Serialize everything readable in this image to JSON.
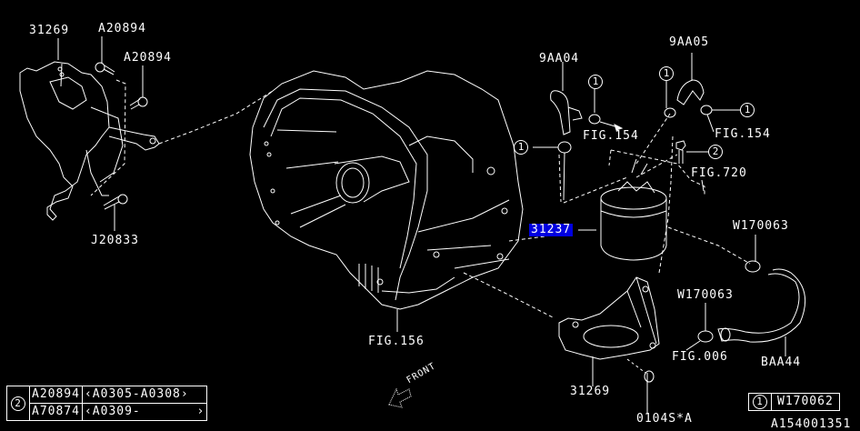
{
  "diagram": {
    "background": "#000000",
    "line_color": "#ffffff",
    "selection_color": "#0000e0",
    "selected_part": "31237"
  },
  "labels": {
    "bracket_left": "31269",
    "bolt_top_1": "A20894",
    "bolt_top_2": "A20894",
    "bolt_lower": "J20833",
    "hose_9aa04": "9AA04",
    "hose_9aa05": "9AA05",
    "fig154_left": "FIG.154",
    "fig154_right": "FIG.154",
    "fig720": "FIG.720",
    "canister": "31237",
    "clamp_upper": "W170063",
    "clamp_lower": "W170063",
    "fig006": "FIG.006",
    "hose_baa44": "BAA44",
    "fig156": "FIG.156",
    "bracket_bottom": "31269",
    "bolt_bottom": "0104S*A",
    "front_arrow": "FRONT"
  },
  "callouts": {
    "c1_a": "1",
    "c1_b": "1",
    "c1_c": "1",
    "c1_d": "1",
    "c2_a": "2"
  },
  "legend_left": {
    "key": "2",
    "rows": [
      {
        "part": "A20894",
        "range": "‹A0305-A0308›"
      },
      {
        "part": "A70874",
        "range": "‹A0309-       ›"
      }
    ]
  },
  "legend_right": {
    "key": "1",
    "part": "W170062"
  },
  "drawing_id": "A154001351"
}
